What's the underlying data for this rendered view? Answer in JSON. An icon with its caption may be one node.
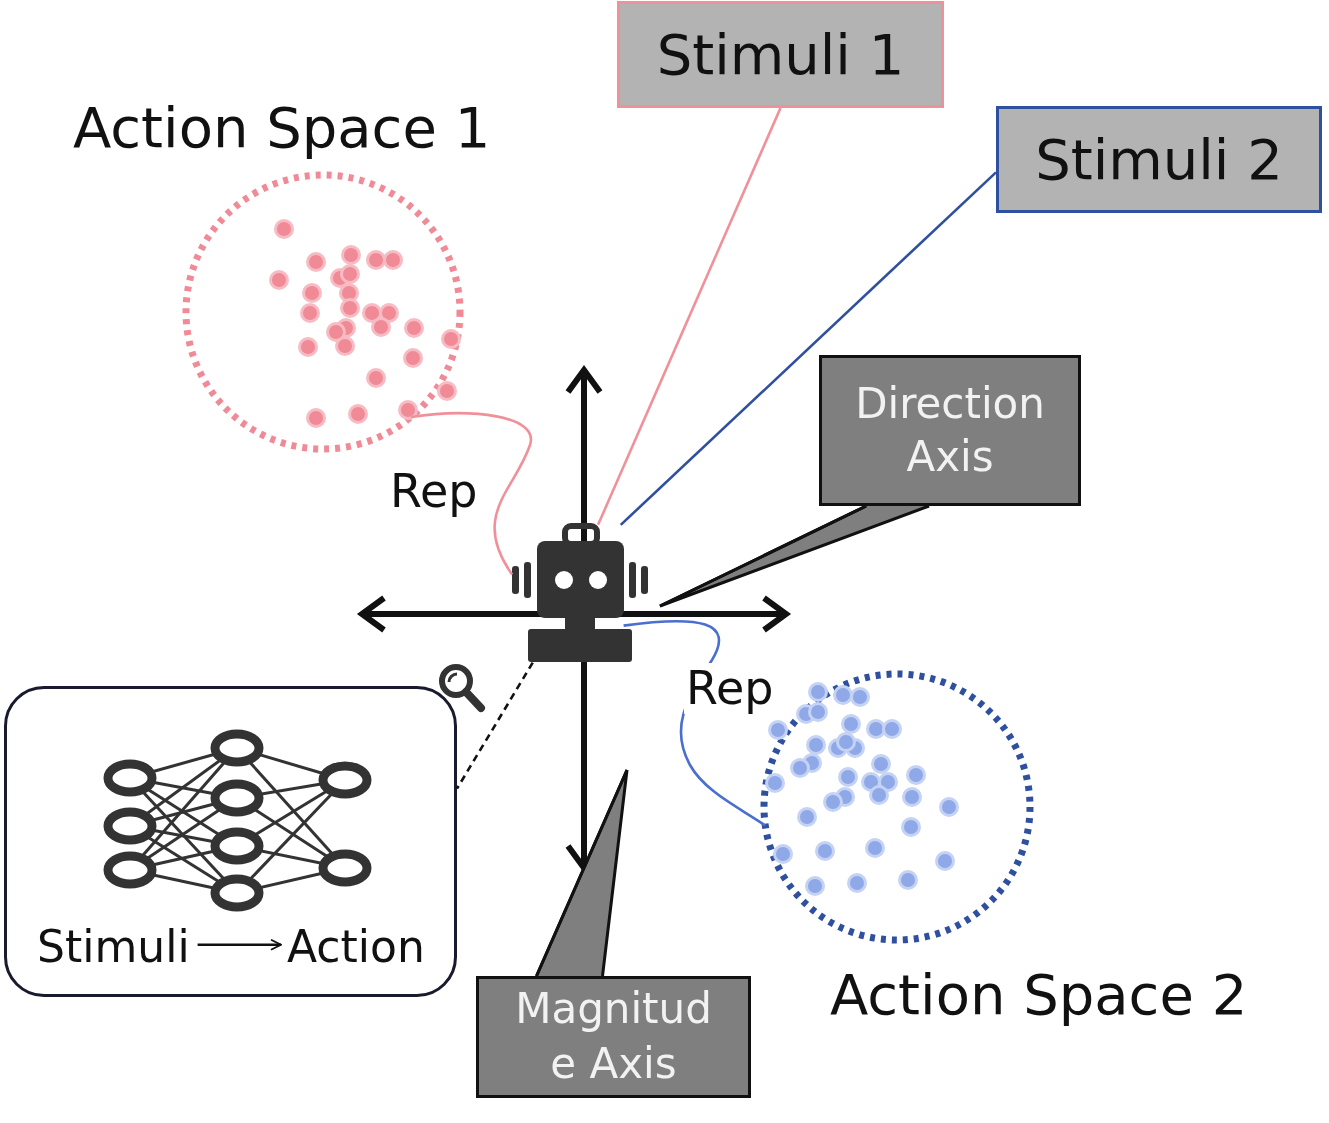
{
  "diagram": {
    "nodes": [
      {
        "text": [
          "Stimuli 1"
        ]
      },
      {
        "text": [
          "Stimuli 2"
        ]
      },
      {
        "text": [
          "Action Space 1"
        ]
      },
      {
        "text": [
          "Action Space 2"
        ]
      },
      {
        "text": [],
        "shape": "picture"
      },
      {
        "text": [
          "Direction Axis"
        ]
      },
      {
        "text": [
          "Magnitud e Axis"
        ]
      },
      {
        "text": [],
        "shape": "box"
      },
      {
        "text": [
          "Stimuli"
        ],
        "in": 7
      },
      {
        "text": [
          "Action"
        ],
        "in": 7
      }
    ],
    "edges": [
      {
        "from": 4,
        "to": 0,
        "arrow": "none",
        "color": "#f0919a"
      },
      {
        "from": 4,
        "to": 1,
        "arrow": "none",
        "color": "#2f4f9f"
      },
      {
        "from": 2,
        "to": 4,
        "arrow": "none",
        "label": "Rep",
        "color": "#f0919a"
      },
      {
        "from": 4,
        "to": 3,
        "arrow": "none",
        "label": "Rep",
        "color": "#4a6fd0"
      },
      {
        "from": 4,
        "to": 7,
        "arrow": "none",
        "style": "dashed",
        "color": "#111111"
      },
      {
        "from": 8,
        "to": 9,
        "arrow": "to",
        "color": "#111111"
      },
      {
        "from": 5,
        "to": null,
        "arrow": "none",
        "color": "#111111"
      },
      {
        "from": 6,
        "to": null,
        "arrow": "none",
        "color": "#111111"
      }
    ]
  }
}
